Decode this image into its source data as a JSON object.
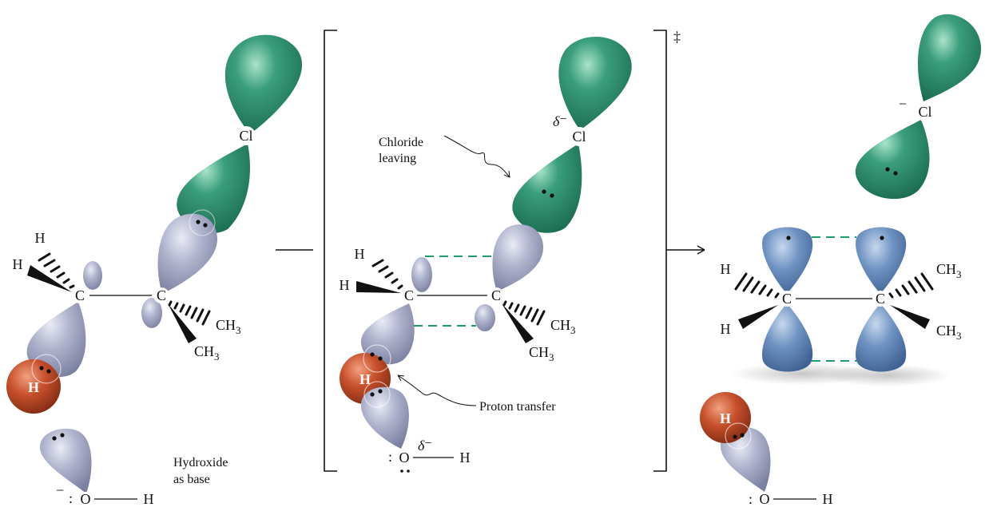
{
  "atoms": {
    "carbon": "C",
    "hydrogen": "H",
    "chlorine": "Cl",
    "oxygen": "O",
    "methyl": "CH",
    "methyl_subscript": "3"
  },
  "charges": {
    "delta_minus": "δ⁻",
    "negative": "−"
  },
  "transition_state_symbol": "‡",
  "annotations": {
    "chloride_leaving_line1": "Chloride",
    "chloride_leaving_line2": "leaving",
    "proton_transfer": "Proton transfer",
    "hydroxide_line1": "Hydroxide",
    "hydroxide_line2": "as base"
  },
  "colors": {
    "chlorine_orbital": "#2e8f6e",
    "carbon_orbital": "#aeb2cc",
    "pi_orbital": "#6f93c2",
    "proton": "#c8502c",
    "bond_line": "#111111",
    "partial_bond_dash": "#1f9a6a"
  }
}
